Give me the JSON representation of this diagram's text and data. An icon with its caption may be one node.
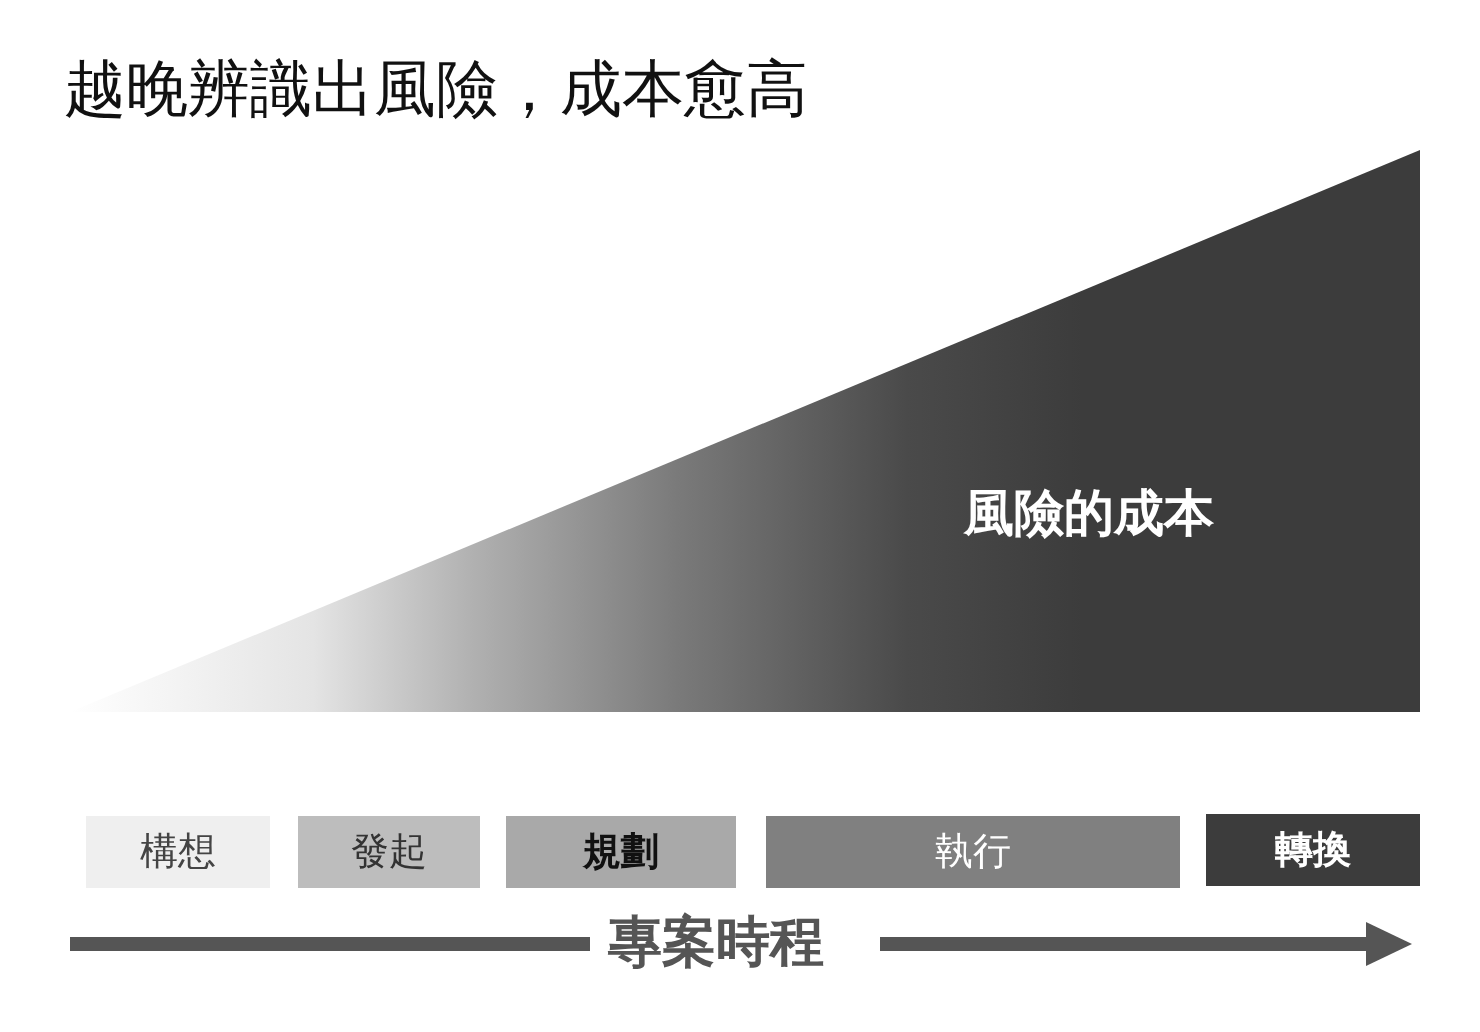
{
  "diagram": {
    "title": "越晚辨識出風險，成本愈高",
    "nodes": [
      {
        "text": [
          "風險的成本"
        ]
      },
      {
        "text": [
          "構想"
        ]
      },
      {
        "text": [
          "發起"
        ]
      },
      {
        "text": [
          "規劃"
        ]
      },
      {
        "text": [
          "執行"
        ]
      },
      {
        "text": [
          "轉換"
        ]
      }
    ],
    "labels": [
      "專案時程"
    ]
  }
}
